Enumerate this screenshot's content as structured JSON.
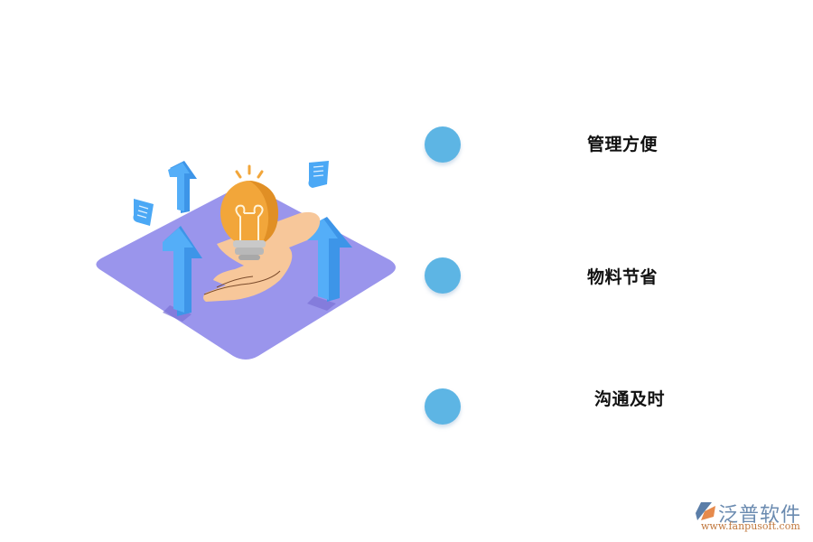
{
  "features": [
    {
      "label": "管理方便",
      "dot_color": "#5db5e4"
    },
    {
      "label": "物料节省",
      "dot_color": "#5db5e4"
    },
    {
      "label": "沟通及时",
      "dot_color": "#5db5e4"
    }
  ],
  "illustration": {
    "description": "hand-holding-lightbulb-with-up-arrows",
    "platform_color": "#9a95ec",
    "arrow_color": "#4ba8f5",
    "bulb_color": "#f2a63a",
    "hand_color": "#f7c79a"
  },
  "logo": {
    "name": "泛普软件",
    "url": "www.fanpusoft.com"
  }
}
